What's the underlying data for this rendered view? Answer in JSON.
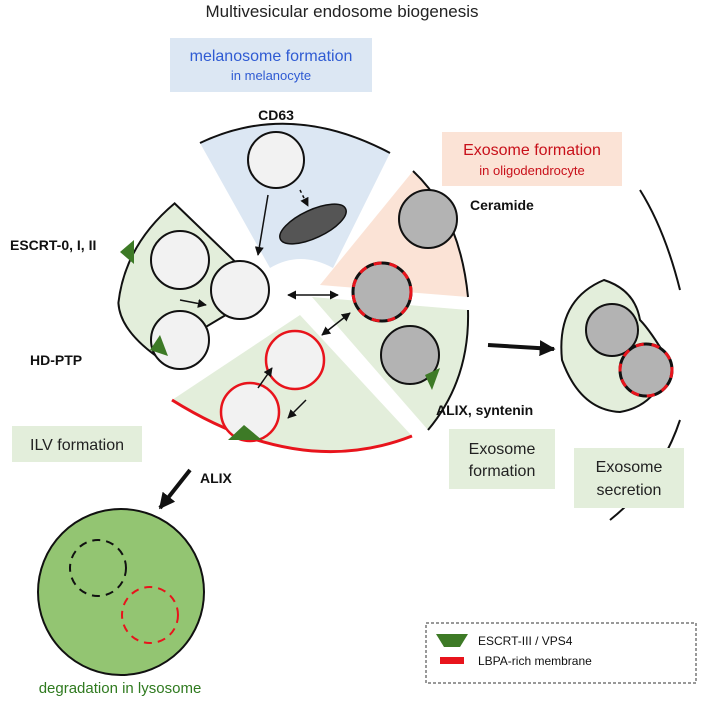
{
  "title": "Multivesicular endosome biogenesis",
  "melanosome": {
    "line1": "melanosome formation",
    "line2": "in melanocyte"
  },
  "exosome_oligo": {
    "line1": "Exosome formation",
    "line2": "in oligodendrocyte"
  },
  "labels": {
    "cd63": "CD63",
    "ceramide": "Ceramide",
    "escrt": "ESCRT-0, I, II",
    "hdptp": "HD-PTP",
    "alix_syntenin": "ALIX, syntenin",
    "alix": "ALIX"
  },
  "ilv_formation": "ILV formation",
  "exosome_formation": {
    "line1": "Exosome",
    "line2": "formation"
  },
  "exosome_secretion": {
    "line1": "Exosome",
    "line2": "secretion"
  },
  "lysosome_label": "degradation in lysosome",
  "legend": {
    "escrt": "ESCRT-III / VPS4",
    "lbpa": "LBPA-rich membrane"
  },
  "colors": {
    "green_sector": "#e3eedb",
    "blue_sector": "#dce7f3",
    "orange_sector": "#fbe3d6",
    "escrt_green": "#3d7a26",
    "lbpa_red": "#e8141c",
    "lysosome_green": "#93c572",
    "light_vesicle": "#f2f2f2",
    "grey_vesicle": "#b3b3b3"
  }
}
